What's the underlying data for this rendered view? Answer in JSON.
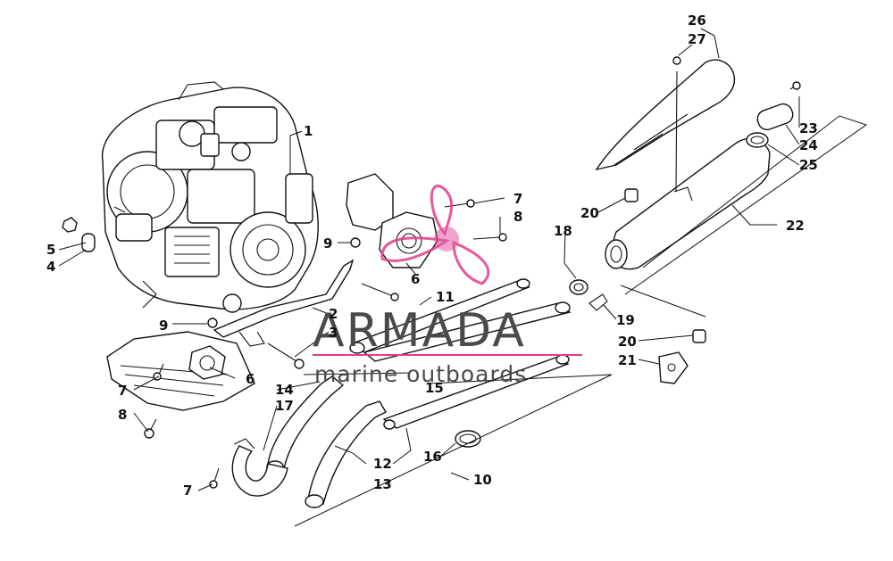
{
  "watermark": {
    "brand": "ARMADA",
    "tagline": "marine outboards",
    "accent_color": "#e23b8a",
    "text_color": "#4a4a4a"
  },
  "callouts": {
    "c1": "1",
    "c2": "2",
    "c3": "3",
    "c4": "4",
    "c5": "5",
    "c6a": "6",
    "c6b": "6",
    "c7a": "7",
    "c7b": "7",
    "c7c": "7",
    "c8a": "8",
    "c8b": "8",
    "c9a": "9",
    "c9b": "9",
    "c10": "10",
    "c11": "11",
    "c12": "12",
    "c13": "13",
    "c14": "14",
    "c15": "15",
    "c16": "16",
    "c17": "17",
    "c18": "18",
    "c19": "19",
    "c20a": "20",
    "c20b": "20",
    "c21": "21",
    "c22": "22",
    "c23": "23",
    "c24": "24",
    "c25": "25",
    "c26": "26",
    "c27": "27"
  }
}
